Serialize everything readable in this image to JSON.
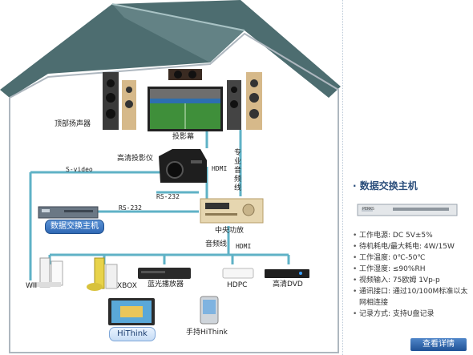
{
  "diagram": {
    "labels": {
      "ceiling_speaker": "顶部扬声器",
      "projection_screen": "投影幕",
      "hd_projector": "高清投影仪",
      "s_video": "S-video",
      "hdmi_projector": "HDMI",
      "pro_audio_line": "专业音频线",
      "rs232_projector": "RS-232",
      "rs232_switch": "RS-232",
      "data_switch_host": "数据交换主机",
      "central_amp": "中央功放",
      "audio_line": "音频线",
      "hdmi_devices": "HDMI",
      "wii": "WII",
      "xbox": "XBOX",
      "bluray_player": "蓝光播放器",
      "hdpc": "HDPC",
      "hd_dvd": "高清DVD",
      "hithink": "HiThink",
      "handheld_hithink": "手持HiThink"
    }
  },
  "panel": {
    "title": "· 数据交换主机",
    "device_label": "PERKS",
    "specs": [
      "工作电源: DC 5V±5%",
      "待机耗电/最大耗电: 4W/15W",
      "工作温度: 0℃-50℃",
      "工作湿度: ≤90%RH",
      "视频输入: 75欧姆 1Vp-p",
      "通讯接口: 通过10/100M标准以太网相连接",
      "记录方式: 支持U盘记录"
    ],
    "detail_button": "查看详情"
  },
  "colors": {
    "roof": "#4d6d70",
    "roof_highlight": "#a9c3c5",
    "house_outline": "#aeb7bf",
    "cable": "#5fb2c6",
    "pill_blue": "#3b77c2"
  }
}
